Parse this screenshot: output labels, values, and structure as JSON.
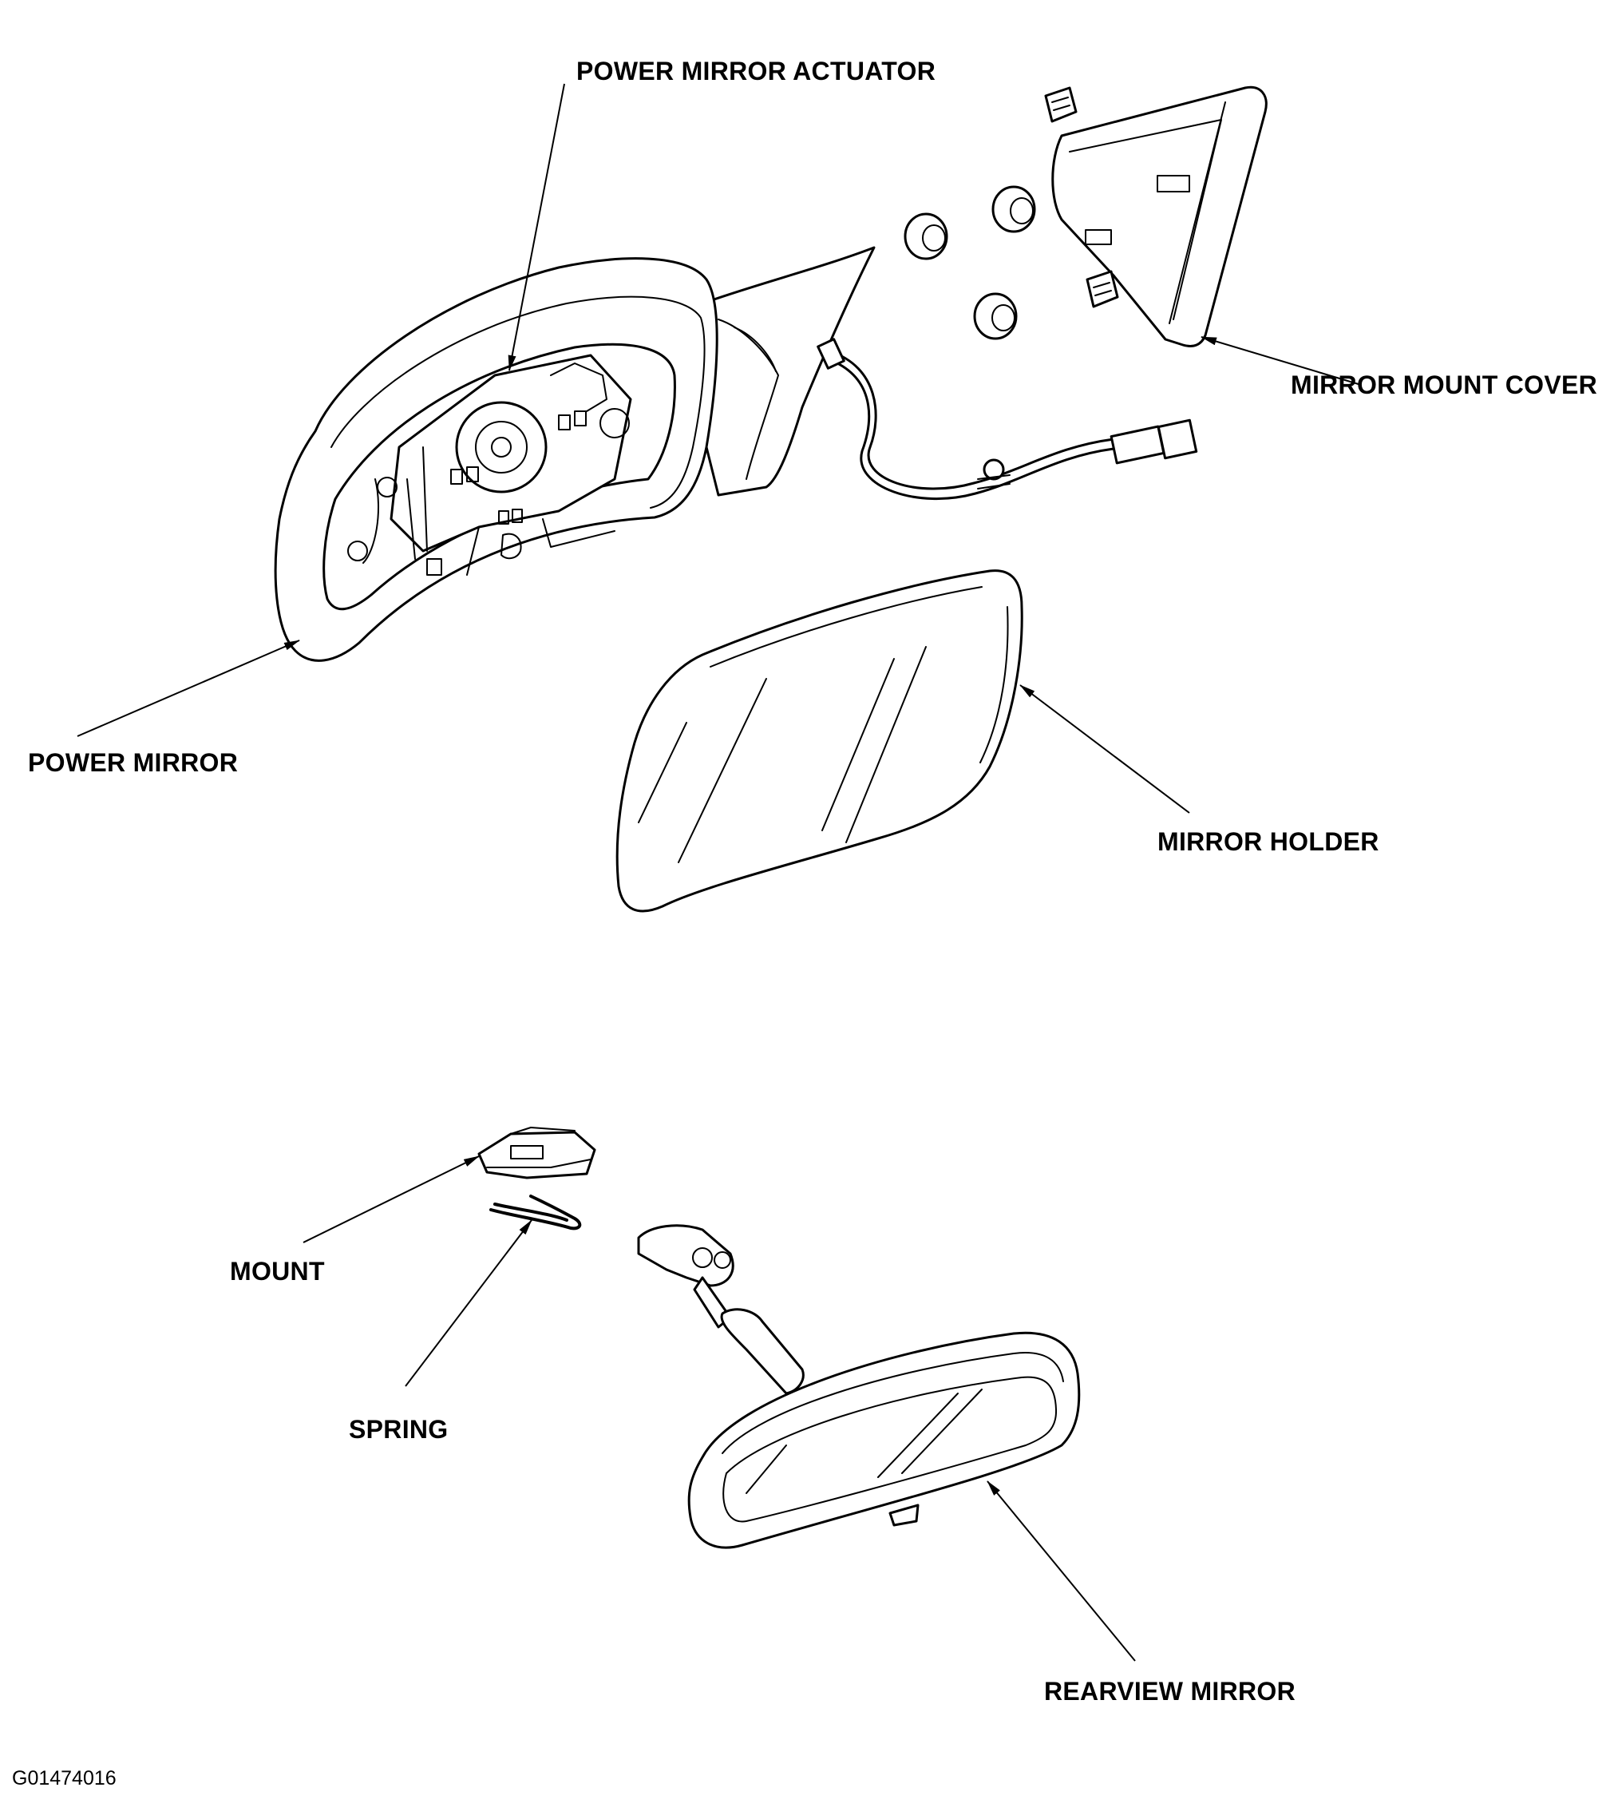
{
  "labels": {
    "power_mirror_actuator": "POWER MIRROR ACTUATOR",
    "mirror_mount_cover": "MIRROR MOUNT COVER",
    "power_mirror": "POWER MIRROR",
    "mirror_holder": "MIRROR HOLDER",
    "mount": "MOUNT",
    "spring": "SPRING",
    "rearview_mirror": "REARVIEW MIRROR"
  },
  "figure_id": "G01474016"
}
